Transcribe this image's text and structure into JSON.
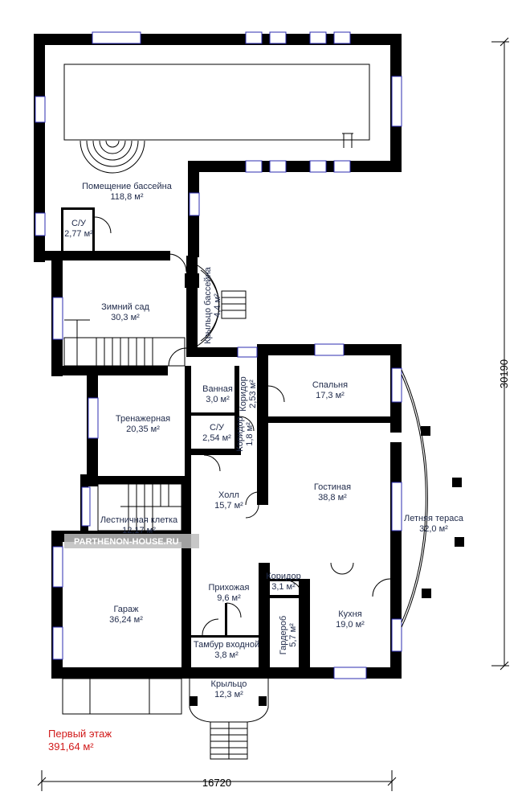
{
  "floor": {
    "title": "Первый этаж",
    "total_area": "391,64 м²"
  },
  "watermark": "PARTHENON-HOUSE.RU",
  "dimensions": {
    "height": "30190",
    "width": "16720"
  },
  "rooms": [
    {
      "name": "Помещение бассейна",
      "area": "118,8 м²"
    },
    {
      "name": "С/У",
      "area": "2,77 м²"
    },
    {
      "name": "Зимний сад",
      "area": "30,3 м²"
    },
    {
      "name": "Крыльцо бассейна",
      "area": "4,4 м²"
    },
    {
      "name": "Тренажерная",
      "area": "20,35 м²"
    },
    {
      "name": "Ванная",
      "area": "3,0 м²"
    },
    {
      "name": "Коридор",
      "area": "2,53 м²"
    },
    {
      "name": "С/У",
      "area": "2,54 м²"
    },
    {
      "name": "Коридор",
      "area": "1,8 м²"
    },
    {
      "name": "Спальня",
      "area": "17,3 м²"
    },
    {
      "name": "Гостиная",
      "area": "38,8 м²"
    },
    {
      "name": "Холл",
      "area": "15,7 м²"
    },
    {
      "name": "Лестничная клетка",
      "area": "12,17 м²"
    },
    {
      "name": "Летняя тераса",
      "area": "32,0 м²"
    },
    {
      "name": "Гараж",
      "area": "36,24 м²"
    },
    {
      "name": "Прихожая",
      "area": "9,6 м²"
    },
    {
      "name": "Коридор",
      "area": "3,1 м²"
    },
    {
      "name": "Гардероб",
      "area": "5,7 м²"
    },
    {
      "name": "Кухня",
      "area": "19,0 м²"
    },
    {
      "name": "Тамбур входной",
      "area": "3,8 м²"
    },
    {
      "name": "Крыльцо",
      "area": "12,3 м²"
    }
  ]
}
